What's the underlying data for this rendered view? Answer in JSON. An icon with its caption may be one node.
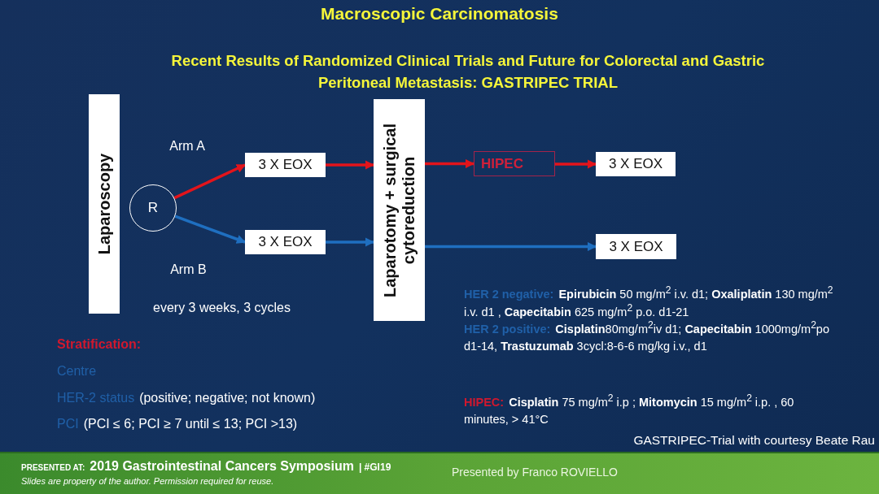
{
  "diagram": {
    "title": "Macroscopic Carcinomatosis",
    "nodes": [
      {
        "text": [
          "Laparoscopy"
        ]
      },
      {
        "text": [
          "R"
        ]
      },
      {
        "text": [
          "3 X EOX"
        ]
      },
      {
        "text": [
          "3 X EOX"
        ]
      },
      {
        "text": [
          "Laparotomy + surgical cytoreduction"
        ]
      },
      {
        "text": [
          "HIPEC"
        ]
      },
      {
        "text": [
          "3 X EOX"
        ]
      },
      {
        "text": [
          "3 X EOX"
        ]
      }
    ],
    "edges": [
      {
        "from": 1,
        "to": 2,
        "arrow": "to",
        "label": "Arm A",
        "color": "#e3141b"
      },
      {
        "from": 1,
        "to": 3,
        "arrow": "to",
        "label": "Arm B",
        "color": "#1f6fc0"
      },
      {
        "from": 2,
        "to": 4,
        "arrow": "to",
        "color": "#e3141b"
      },
      {
        "from": 3,
        "to": 4,
        "arrow": "to",
        "color": "#1f6fc0"
      },
      {
        "from": 4,
        "to": 5,
        "arrow": "to",
        "color": "#e3141b"
      },
      {
        "from": 5,
        "to": 6,
        "arrow": "to",
        "color": "#e3141b"
      },
      {
        "from": 4,
        "to": 7,
        "arrow": "to",
        "color": "#1f6fc0"
      }
    ],
    "labels": [
      "Recent Results of Randomized Clinical Trials and Future for Colorectal and Gastric Peritoneal Metastasis: **GASTRIPEC TRIAL**",
      "every 3 weeks, 3 cycles",
      "HER 2 negative:",
      "**Epirubicin** 50 mg/m$^{2}$ i.v. d1; **Oxaliplatin** 130 mg/m$^{2}$ i.v. d1 , **Capecitabin** 625 mg/m$^{2}$ p.o. d1-21",
      "HER 2 positive:",
      "**Cisplatin**80mg/m$^{2}$iv d1; **Capecitabin** 1000mg/m$^{2}$po d1-14, **Trastuzumab** 3cycl:8-6-6 mg/kg i.v., d1",
      "Stratification:",
      "Centre",
      "HER-2 status",
      "(positive; negative;  not known)",
      "PCI",
      "(PCI ≤ 6; PCI ≥ 7 until ≤ 13; PCI >13)",
      "HIPEC:",
      "**Cisplatin** 75 mg/m$^{2}$ i.p ; **Mitomycin** 15 mg/m$^{2}$ i.p. , 60 minutes, > 41°C",
      "GASTRIPEC-Trial with courtesy Beate Rau",
      "PRESENTED AT:",
      "2019 Gastrointestinal Cancers Symposium",
      "| #GI19",
      "Slides are property of the author. Permission required for reuse.",
      "Presented by  Franco ROVIELLO"
    ]
  }
}
